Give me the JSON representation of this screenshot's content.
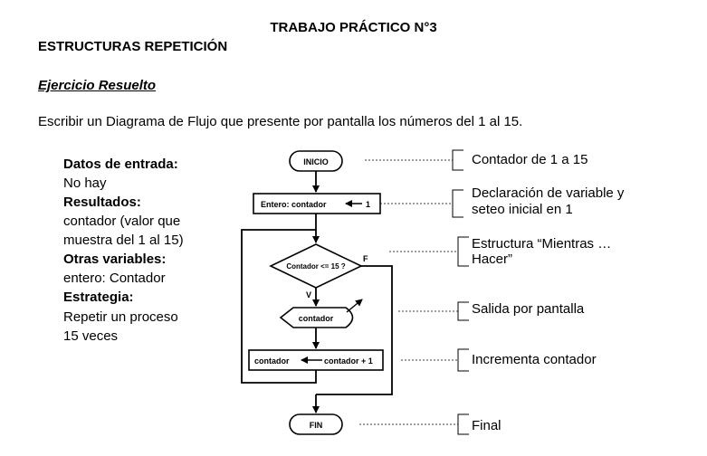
{
  "header": {
    "title": "TRABAJO PRÁCTICO N°3",
    "section": "ESTRUCTURAS REPETICIÓN",
    "subsection": "Ejercicio Resuelto"
  },
  "statement": "Escribir un Diagrama de Flujo que presente por pantalla los números del 1 al 15.",
  "side_panel": {
    "input_heading": "Datos de entrada:",
    "input_value": "No hay",
    "results_heading": "Resultados:",
    "results_line1": "contador (valor que",
    "results_line2": "muestra del 1 al 15)",
    "other_heading": "Otras variables:",
    "other_value": "entero: Contador",
    "strategy_heading": "Estrategia:",
    "strategy_line1": "Repetir un proceso",
    "strategy_line2": "15 veces"
  },
  "flowchart": {
    "start": "INICIO",
    "declaration": "Entero: contador",
    "declaration_value": "1",
    "condition": "Contador <= 15 ?",
    "true_label": "V",
    "false_label": "F",
    "output": "contador",
    "increment_target": "contador",
    "increment_expr": "contador + 1",
    "end": "FIN"
  },
  "annotations": {
    "start": "Contador de 1 a 15",
    "declaration_line1": "Declaración de variable y",
    "declaration_line2": "seteo inicial en 1",
    "loop_line1": "Estructura “Mientras …",
    "loop_line2": "Hacer”",
    "output": "Salida por pantalla",
    "increment": "Incrementa contador",
    "end": "Final"
  }
}
